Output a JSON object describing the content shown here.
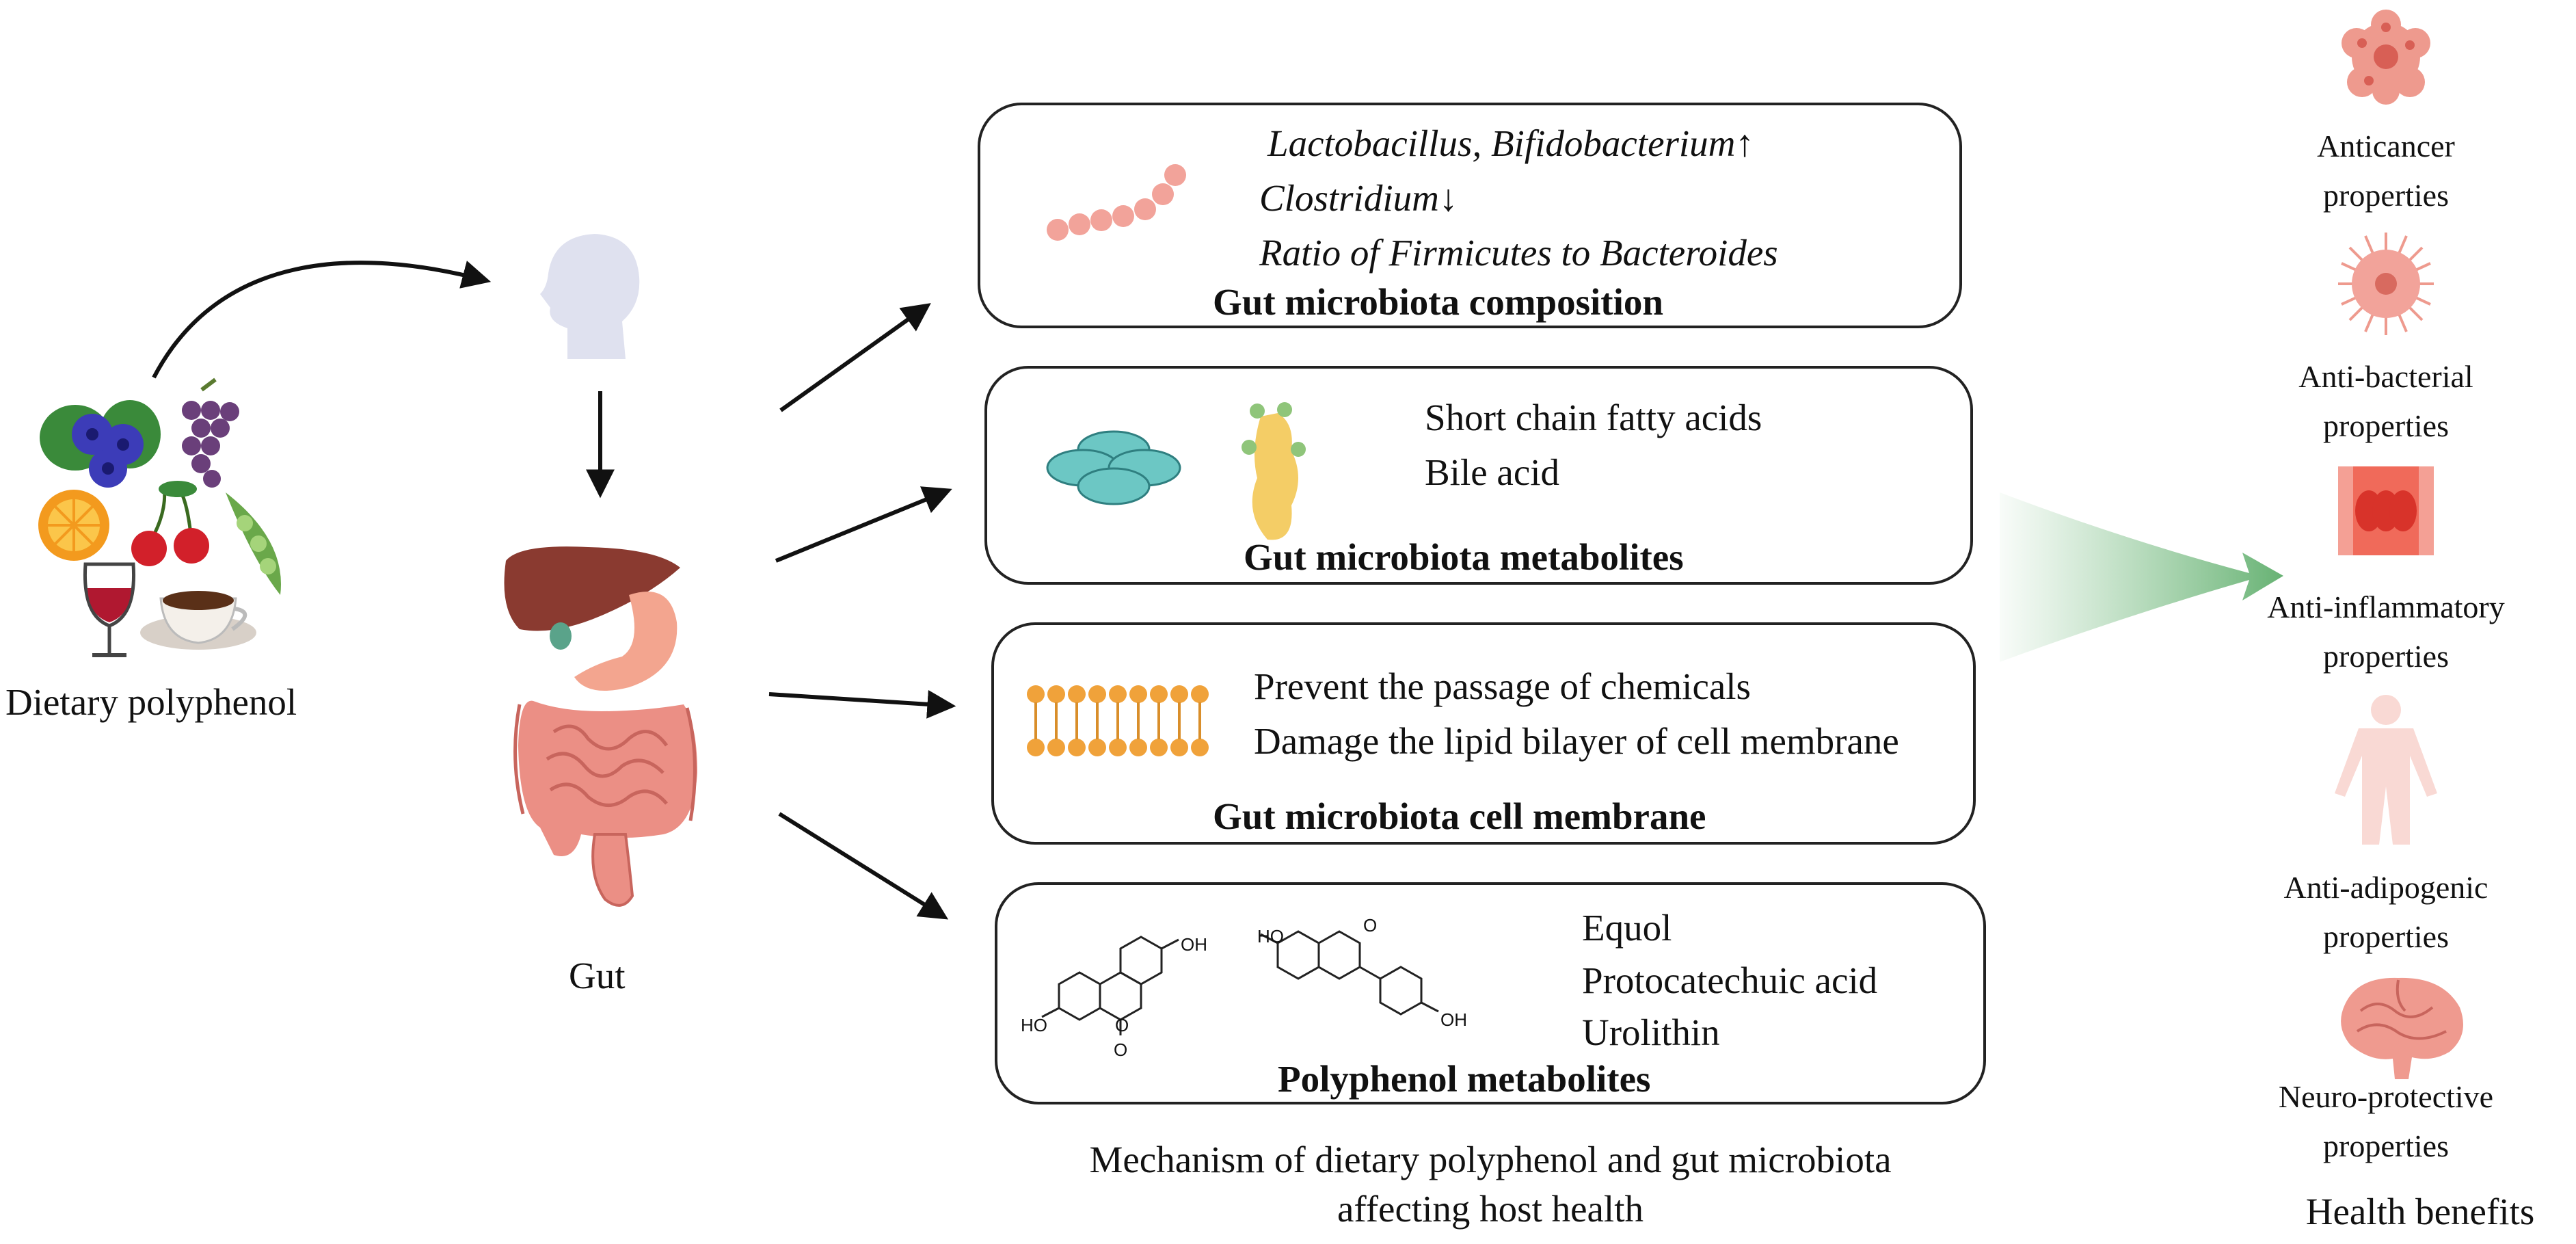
{
  "left": {
    "food_label": "Dietary polyphenol",
    "gut_label": "Gut"
  },
  "boxes": [
    {
      "lines": [
        "Lactobacillus, Bifidobacterium↑",
        "Clostridium↓",
        "Ratio of Firmicutes to Bacteroides"
      ],
      "title": "Gut microbiota composition"
    },
    {
      "lines": [
        "Short chain fatty acids",
        "Bile acid"
      ],
      "title": "Gut microbiota metabolites"
    },
    {
      "lines": [
        "Prevent the passage of chemicals",
        "Damage the lipid bilayer of cell membrane"
      ],
      "title": "Gut microbiota cell membrane"
    },
    {
      "lines": [
        "Equol",
        "Protocatechuic acid",
        "Urolithin"
      ],
      "title": "Polyphenol metabolites",
      "structure_labels": [
        "HO",
        "OH",
        "O",
        "O",
        "HO",
        "O",
        "OH"
      ]
    }
  ],
  "caption": {
    "line1": "Mechanism of dietary polyphenol and gut microbiota",
    "line2": "affecting host health"
  },
  "benefits": [
    {
      "line1": "Anticancer",
      "line2": "properties",
      "icon": "cancer-cell-icon"
    },
    {
      "line1": "Anti-bacterial",
      "line2": "properties",
      "icon": "bacterium-icon"
    },
    {
      "line1": "Anti-inflammatory",
      "line2": "properties",
      "icon": "inflamed-tissue-icon"
    },
    {
      "line1": "Anti-adipogenic",
      "line2": "properties",
      "icon": "human-body-icon"
    },
    {
      "line1": "Neuro-protective",
      "line2": "properties",
      "icon": "brain-icon"
    }
  ],
  "benefits_title": "Health benefits",
  "colors": {
    "arrow": "#111111",
    "bacteria_chain": "#f2a39a",
    "cells_teal": "#6cc7c4",
    "bile_yellow": "#f4cd66",
    "lipid_orange": "#f0a23a",
    "benefit_green": "#7cbf86",
    "organ_pink": "#ef9a8f"
  }
}
